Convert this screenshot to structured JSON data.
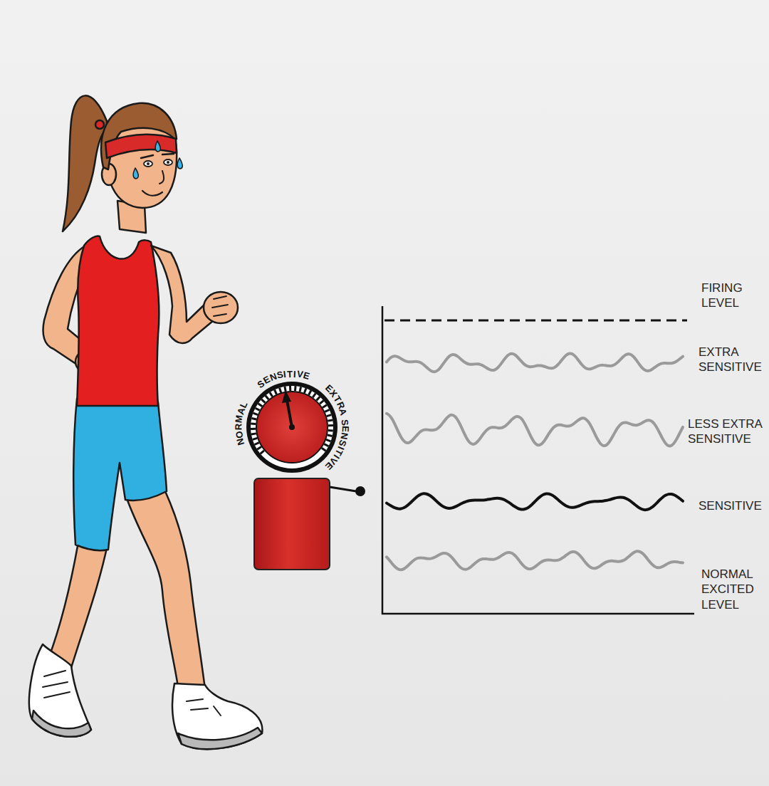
{
  "diagram": {
    "labels": [
      "NORMAL",
      "SENSITIVE",
      "EXTRA SENSITIVE",
      "FIRING LEVEL",
      "EXTRA SENSITIVE",
      "LESS EXTRA SENSITIVE",
      "SENSITIVE",
      "NORMAL EXCITED LEVEL"
    ]
  }
}
